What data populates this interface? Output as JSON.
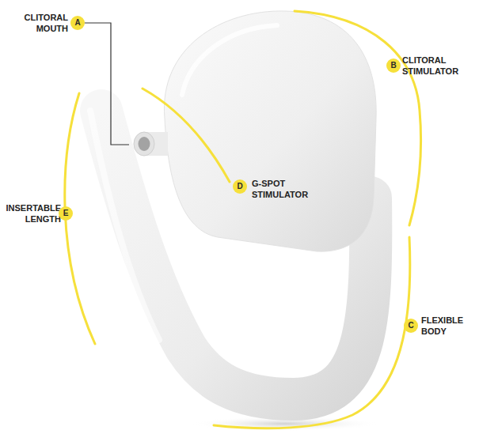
{
  "diagram": {
    "labels": [
      "CLITORAL MOUTH",
      "A",
      "CLITORAL STIMULATOR",
      "B",
      "FLEXIBLE BODY",
      "C",
      "G-SPOT STIMULATOR",
      "D",
      "INSERTABLE LENGTH",
      "E"
    ]
  }
}
